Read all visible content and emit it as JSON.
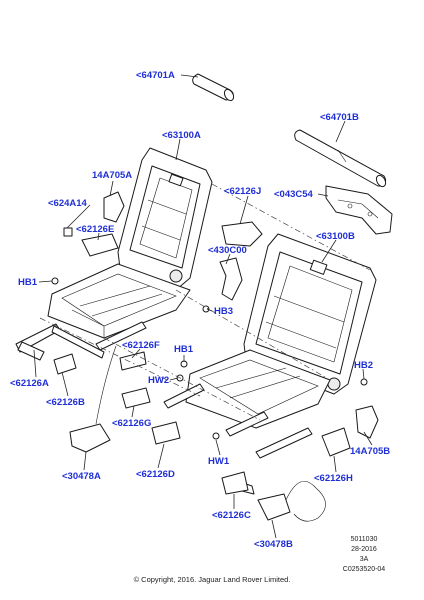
{
  "callouts": [
    {
      "id": "64701A_left",
      "text": "<64701A"
    },
    {
      "id": "64701B",
      "text": "<64701B"
    },
    {
      "id": "63100A",
      "text": "<63100A"
    },
    {
      "id": "14A705A",
      "text": "14A705A"
    },
    {
      "id": "62126J",
      "text": "<62126J"
    },
    {
      "id": "043C54",
      "text": "<043C54"
    },
    {
      "id": "624A14",
      "text": "<624A14"
    },
    {
      "id": "62126E",
      "text": "<62126E"
    },
    {
      "id": "430C00",
      "text": "<430C00"
    },
    {
      "id": "63100B",
      "text": "<63100B"
    },
    {
      "id": "HB1_top",
      "text": "HB1"
    },
    {
      "id": "HB3",
      "text": "HB3"
    },
    {
      "id": "62126F",
      "text": "<62126F"
    },
    {
      "id": "HB1_mid",
      "text": "HB1"
    },
    {
      "id": "HW2",
      "text": "HW2"
    },
    {
      "id": "HB2",
      "text": "HB2"
    },
    {
      "id": "62126A",
      "text": "<62126A"
    },
    {
      "id": "62126B",
      "text": "<62126B"
    },
    {
      "id": "62126G",
      "text": "<62126G"
    },
    {
      "id": "14A705B",
      "text": "14A705B"
    },
    {
      "id": "HW1",
      "text": "HW1"
    },
    {
      "id": "62126H",
      "text": "<62126H"
    },
    {
      "id": "30478A",
      "text": "<30478A"
    },
    {
      "id": "62126D",
      "text": "<62126D"
    },
    {
      "id": "62126C",
      "text": "<62126C"
    },
    {
      "id": "30478B",
      "text": "<30478B"
    }
  ],
  "reference": {
    "line1": "5011030",
    "line2": "28-2016",
    "line3": "3A",
    "line4": "C0253520-04"
  },
  "copyright": "© Copyright, 2016. Jaguar Land Rover Limited.",
  "colors": {
    "callout": "#1f2fd6",
    "line": "#1a1a1a"
  }
}
